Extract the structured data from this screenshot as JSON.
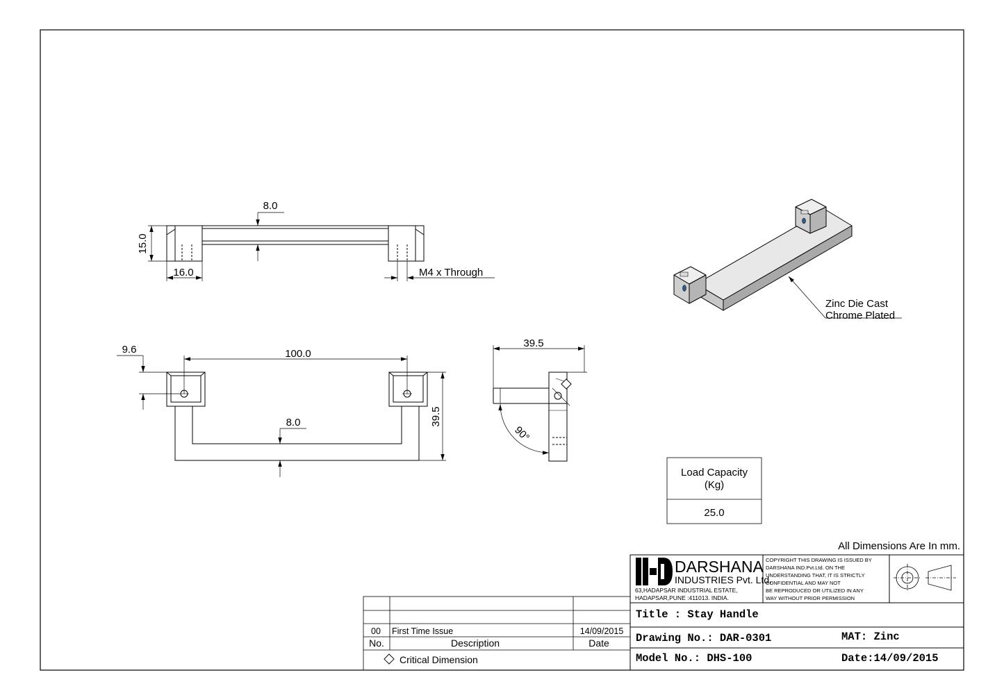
{
  "drawing": {
    "front_view": {
      "dim_height": "15.0",
      "dim_bar_thickness": "8.0",
      "dim_foot_width": "16.0",
      "hole_callout": "M4 x Through"
    },
    "top_view": {
      "dim_offset": "9.6",
      "dim_center_distance": "100.0",
      "dim_bar_width": "8.0",
      "dim_depth": "39.5"
    },
    "side_view": {
      "dim_depth": "39.5",
      "angle": "90°"
    },
    "iso_view": {
      "note_line1": "Zinc Die Cast",
      "note_line2": "Chrome Plated"
    },
    "load_table": {
      "header_line1": "Load Capacity",
      "header_line2": "(Kg)",
      "value": "25.0"
    },
    "units_note": "All Dimensions Are In mm."
  },
  "revision_table": {
    "rows": [
      {
        "no": "",
        "description": "",
        "date": ""
      },
      {
        "no": "",
        "description": "",
        "date": ""
      },
      {
        "no": "00",
        "description": "First Time Issue",
        "date": "14/09/2015"
      }
    ],
    "header": {
      "no": "No.",
      "description": "Description",
      "date": "Date"
    },
    "legend": "Critical Dimension"
  },
  "title_block": {
    "company_name": "DARSHANA",
    "company_sub": "INDUSTRIES Pvt. Ltd.",
    "address_line1": "63,HADAPSAR INDUSTRIAL ESTATE,",
    "address_line2": "HADAPSAR,PUNE :411013. INDIA.",
    "copyright_lines": [
      "COPYRIGHT THIS DRAWING IS ISSUED BY",
      "DARSHANA IND.Pvt.Ltd. ON THE",
      "UNDERSTANDING THAT, IT IS STRICTLY",
      "CONFIDENTIAL AND MAY NOT",
      "BE REPRODUCED OR UTILIZED IN ANY",
      "WAY WITHOUT PRIOR PERMISSION"
    ],
    "title": "Title : Stay Handle",
    "drawing_no": "Drawing No.: DAR-0301",
    "material": "MAT: Zinc",
    "model_no": "Model No.: DHS-100",
    "date": "Date:14/09/2015"
  }
}
